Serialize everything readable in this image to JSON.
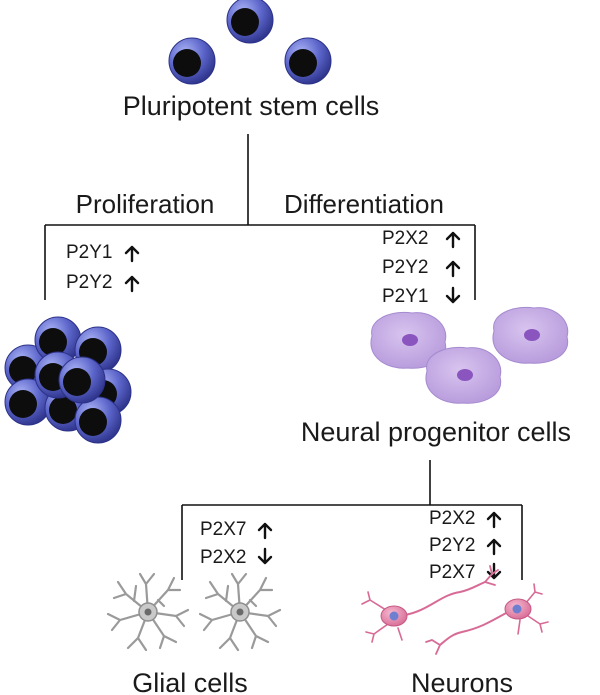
{
  "diagram": {
    "stages": {
      "stem": "Pluripotent stem cells",
      "neural_progenitor": "Neural progenitor cells",
      "glial": "Glial cells",
      "neurons": "Neurons"
    },
    "branches": {
      "proliferation": {
        "label": "Proliferation",
        "receptors": [
          {
            "name": "P2Y1",
            "direction": "up"
          },
          {
            "name": "P2Y2",
            "direction": "up"
          }
        ]
      },
      "differentiation": {
        "label": "Differentiation",
        "receptors": [
          {
            "name": "P2X2",
            "direction": "up"
          },
          {
            "name": "P2Y2",
            "direction": "up"
          },
          {
            "name": "P2Y1",
            "direction": "down"
          }
        ]
      },
      "glial": {
        "receptors": [
          {
            "name": "P2X7",
            "direction": "up"
          },
          {
            "name": "P2X2",
            "direction": "down"
          }
        ]
      },
      "neurons": {
        "receptors": [
          {
            "name": "P2X2",
            "direction": "up"
          },
          {
            "name": "P2Y2",
            "direction": "up"
          },
          {
            "name": "P2X7",
            "direction": "down"
          }
        ]
      }
    },
    "colors": {
      "stem_cell_body": "#5a63c8",
      "stem_cell_nucleus": "#0d0d0d",
      "progenitor_body": "#c3a8e0",
      "progenitor_nucleus": "#8a55bf",
      "glial_cell": "#b8b8b8",
      "neuron_body": "#e58fb0",
      "neuron_nucleus": "#6f7fd0",
      "line": "#111111"
    }
  }
}
